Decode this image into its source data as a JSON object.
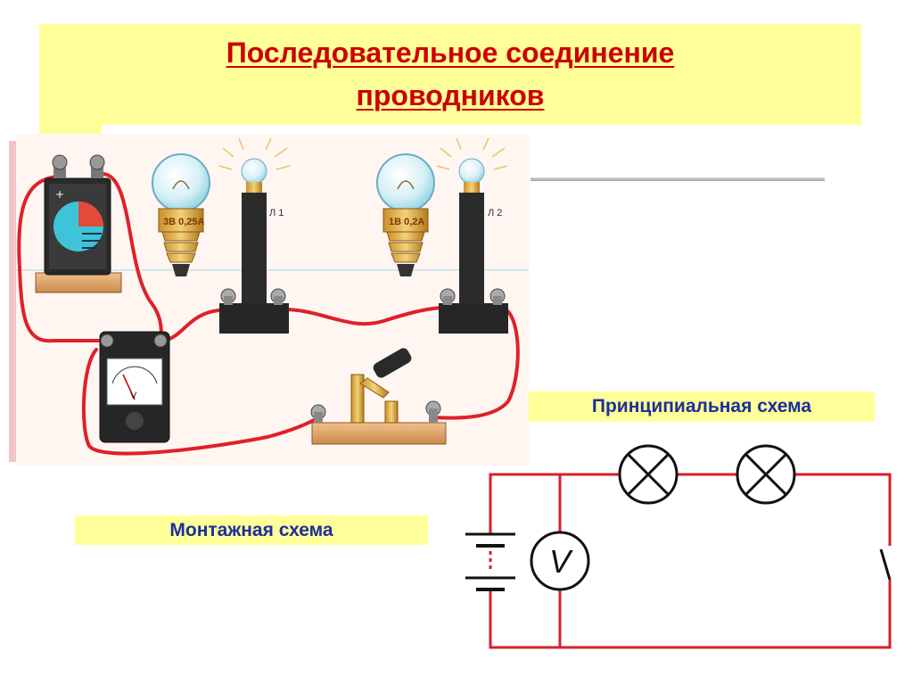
{
  "title": {
    "line1": "Последовательное соединение",
    "line2": "проводников"
  },
  "labels": {
    "schematic": "Принципиальная схема",
    "wiring": "Монтажная схема"
  },
  "illustration": {
    "lamp1_marking": "3В 0,25А",
    "lamp2_marking": "1В 0,2А",
    "holder1_label": "Л 1",
    "holder2_label": "Л 2",
    "meter_symbol": "V"
  },
  "schematic": {
    "meter_symbol": "V"
  },
  "colors": {
    "title_text": "#cc0000",
    "label_text": "#1c2f9a",
    "highlight": "#ffff99",
    "wire": "#e0202a",
    "circuit": "#d81f2a"
  }
}
